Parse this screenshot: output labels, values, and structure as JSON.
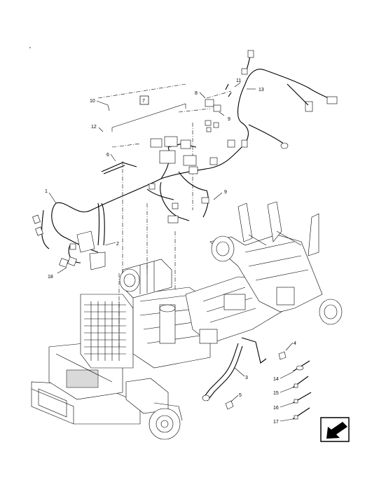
{
  "callouts": {
    "c1": "1",
    "c2": "2",
    "c3": "3",
    "c4": "4",
    "c5": "5",
    "c6": "6",
    "c7": "7",
    "c8": "8",
    "c9a": "9",
    "c9b": "9",
    "c10": "10",
    "c11": "11",
    "c12": "12",
    "c13": "13",
    "c14": "14",
    "c15": "15",
    "c16": "16",
    "c17": "17",
    "c18": "18"
  },
  "icons": {
    "nav": "arrow-down-left-icon"
  }
}
